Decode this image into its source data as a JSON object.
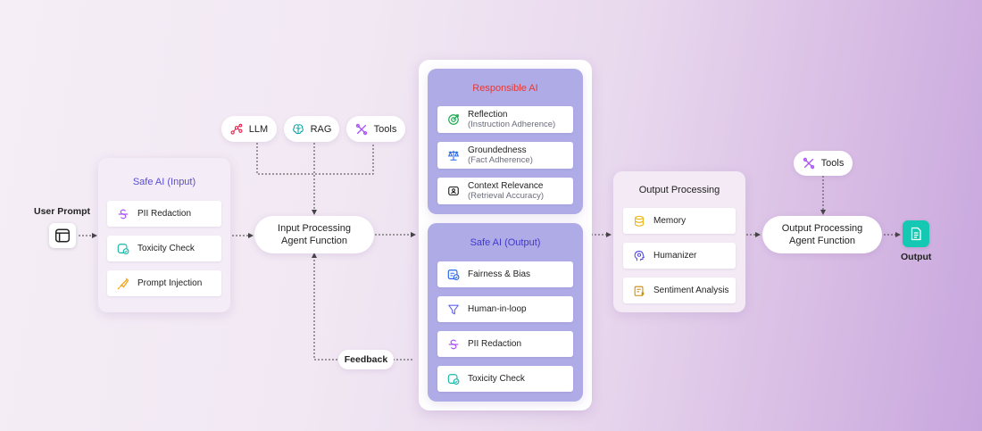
{
  "user_prompt": {
    "label": "User Prompt",
    "icon": "browser-window-icon"
  },
  "safe_ai_input": {
    "title": "Safe AI (Input)",
    "items": [
      {
        "label": "PII Redaction",
        "icon": "redaction-icon",
        "color": "#a855f7"
      },
      {
        "label": "Toxicity Check",
        "icon": "toxicity-check-icon",
        "color": "#14b8a6"
      },
      {
        "label": "Prompt Injection",
        "icon": "syringe-icon",
        "color": "#f59e0b"
      }
    ]
  },
  "top_tools": [
    {
      "label": "LLM",
      "icon": "llm-nodes-icon",
      "color": "#e11d48"
    },
    {
      "label": "RAG",
      "icon": "brain-icon",
      "color": "#0ea5a4"
    },
    {
      "label": "Tools",
      "icon": "tools-icon",
      "color": "#a855f7"
    }
  ],
  "input_agent": {
    "line1": "Input Processing",
    "line2": "Agent Function"
  },
  "feedback": {
    "label": "Feedback"
  },
  "responsible_ai": {
    "title": "Responsible AI",
    "title_color": "#e53935",
    "items": [
      {
        "label": "Reflection",
        "sub": "(Instruction Adherence)",
        "icon": "target-icon",
        "color": "#16a34a"
      },
      {
        "label": "Groundedness",
        "sub": "(Fact Adherence)",
        "icon": "scale-icon",
        "color": "#2563eb"
      },
      {
        "label": "Context Relevance",
        "sub": "(Retrieval Accuracy)",
        "icon": "context-icon",
        "color": "#111111"
      }
    ]
  },
  "safe_ai_output": {
    "title": "Safe AI (Output)",
    "items": [
      {
        "label": "Fairness & Bias",
        "icon": "fairness-icon",
        "color": "#2563eb"
      },
      {
        "label": "Human-in-loop",
        "icon": "funnel-icon",
        "color": "#6366f1"
      },
      {
        "label": "PII Redaction",
        "icon": "redaction-icon",
        "color": "#a855f7"
      },
      {
        "label": "Toxicity Check",
        "icon": "toxicity-check-icon",
        "color": "#14b8a6"
      }
    ]
  },
  "output_processing": {
    "title": "Output Processing",
    "items": [
      {
        "label": "Memory",
        "icon": "database-icon",
        "color": "#eab308"
      },
      {
        "label": "Humanizer",
        "icon": "head-icon",
        "color": "#4f46e5"
      },
      {
        "label": "Sentiment Analysis",
        "icon": "sentiment-icon",
        "color": "#ca8a04"
      }
    ]
  },
  "right_tools": {
    "label": "Tools",
    "icon": "tools-icon",
    "color": "#a855f7"
  },
  "output_agent": {
    "line1": "Output Processing",
    "line2": "Agent Function"
  },
  "output": {
    "label": "Output",
    "icon": "document-icon",
    "color": "#14c8b4"
  },
  "colors": {
    "panel_purple": "#aeabe6",
    "title_purple": "#5a4fcf",
    "connector": "#444444"
  }
}
